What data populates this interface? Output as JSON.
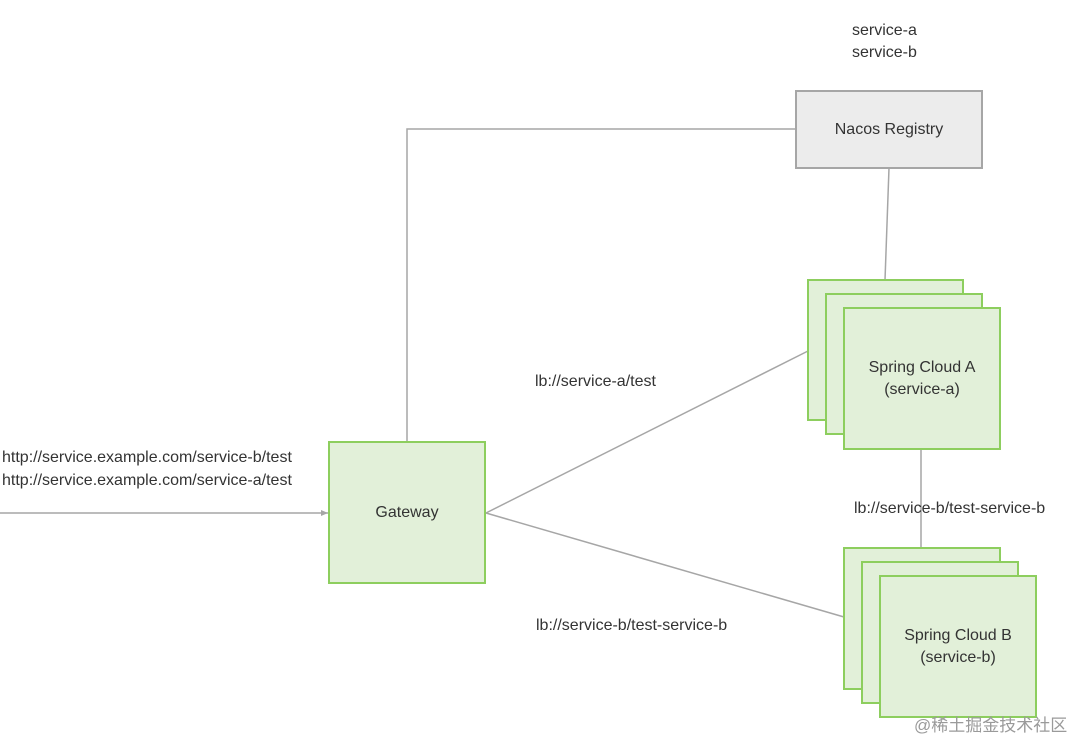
{
  "registry": {
    "services": [
      "service-a",
      "service-b"
    ],
    "label": "Nacos Registry"
  },
  "gateway": {
    "label": "Gateway",
    "incoming_urls": [
      "http://service.example.com/service-b/test",
      "http://service.example.com/service-a/test"
    ]
  },
  "service_a": {
    "title": "Spring Cloud A",
    "subtitle": "(service-a)",
    "route_label": "lb://service-a/test"
  },
  "service_b": {
    "title": "Spring Cloud B",
    "subtitle": "(service-b)",
    "route_label": "lb://service-b/test-service-b",
    "a_to_b_label": "lb://service-b/test-service-b"
  },
  "watermark": "@稀土掘金技术社区",
  "colors": {
    "node_fill": "#e2f0d9",
    "node_border": "#8dce5e",
    "registry_fill": "#ececec",
    "registry_border": "#a6a6a6",
    "connector": "#a6a6a6"
  }
}
